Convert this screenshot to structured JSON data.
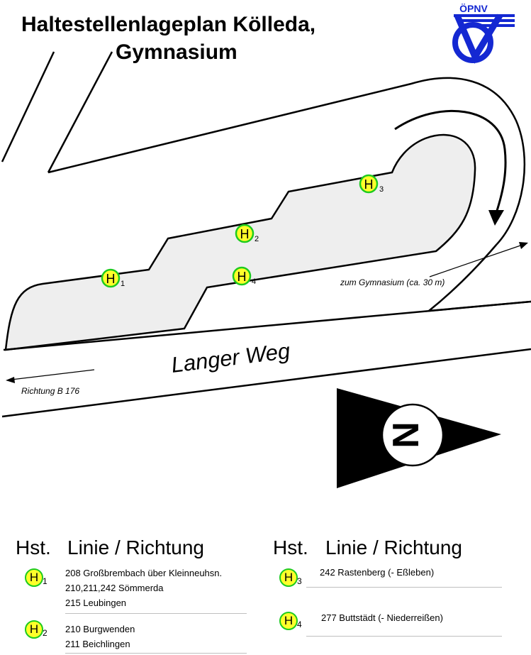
{
  "title": {
    "line1": "Haltestellenlageplan Kölleda,",
    "line2": "Gymnasium"
  },
  "logo": {
    "text": "ÖPNV",
    "icon": "oepnv-logo-icon",
    "color": "#1428d2"
  },
  "map": {
    "street_name": "Langer Weg",
    "direction_west": "Richtung B 176",
    "to_school": "zum Gymnasium (ca. 30 m)",
    "north_letter": "N",
    "stops": [
      {
        "symbol": "H",
        "number": "1"
      },
      {
        "symbol": "H",
        "number": "2"
      },
      {
        "symbol": "H",
        "number": "3"
      },
      {
        "symbol": "H",
        "number": "4"
      }
    ]
  },
  "legend": {
    "left": {
      "header_stop": "Hst.",
      "header_line": "Linie / Richtung",
      "groups": [
        {
          "stop": {
            "symbol": "H",
            "number": "1"
          },
          "lines": [
            "208 Großbrembach über Kleinneuhsn.",
            "210,211,242 Sömmerda",
            "215 Leubingen"
          ]
        },
        {
          "stop": {
            "symbol": "H",
            "number": "2"
          },
          "lines": [
            "210 Burgwenden",
            "211 Beichlingen"
          ]
        }
      ]
    },
    "right": {
      "header_stop": "Hst.",
      "header_line": "Linie / Richtung",
      "groups": [
        {
          "stop": {
            "symbol": "H",
            "number": "3"
          },
          "lines": [
            "242 Rastenberg  (- Eßleben)"
          ]
        },
        {
          "stop": {
            "symbol": "H",
            "number": "4"
          },
          "lines": [
            "277 Buttstädt  (- Niederreißen)"
          ]
        }
      ]
    }
  },
  "colors": {
    "stop_fill": "#ffff2a",
    "stop_border": "#1ecb1e",
    "platform_fill": "#eeeeee"
  }
}
